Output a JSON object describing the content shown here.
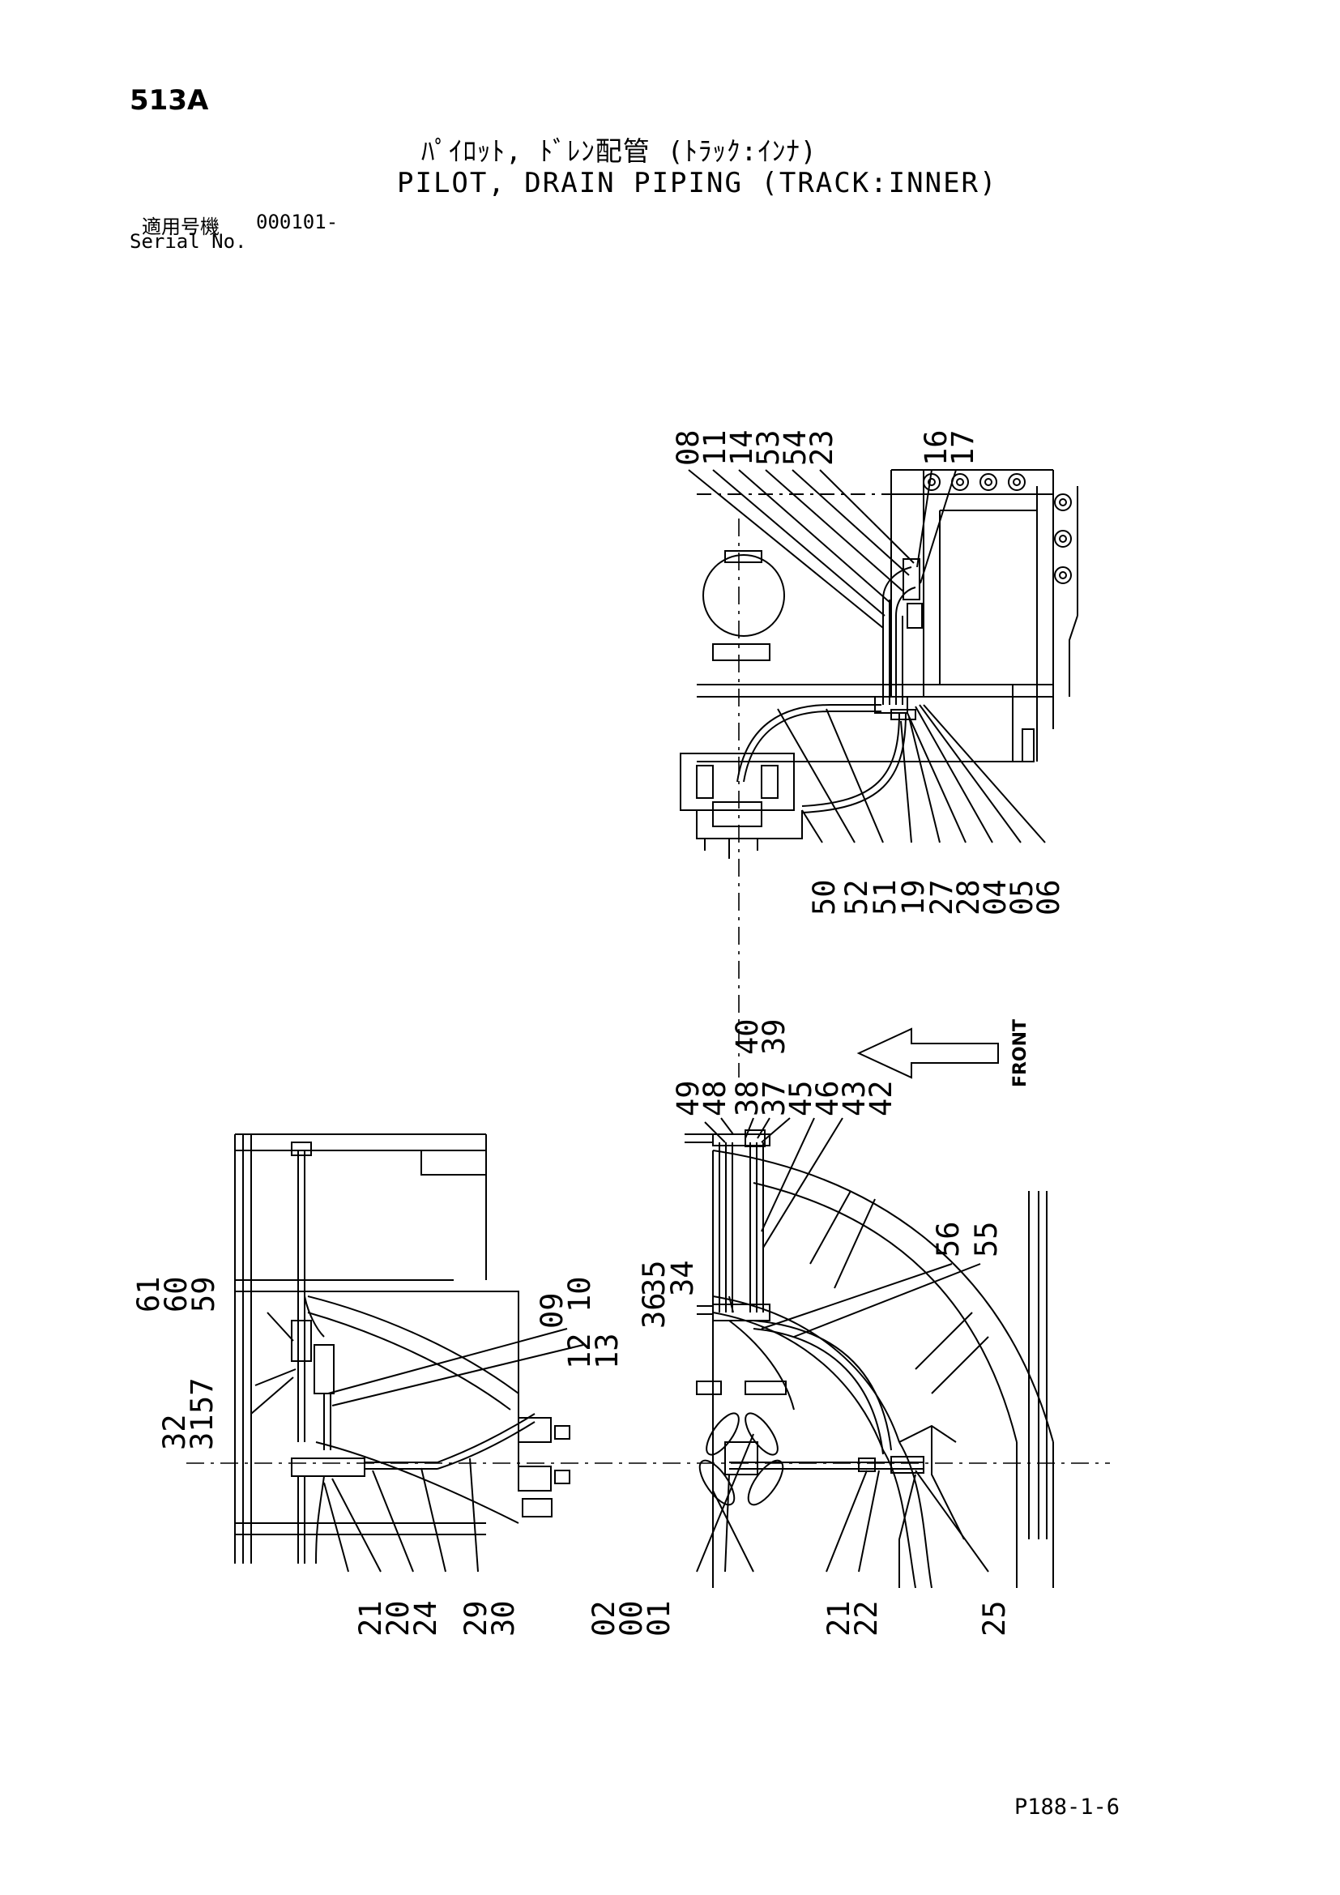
{
  "header": {
    "page_code": "513A",
    "title_jp": "ﾊﾟｲﾛｯﾄ, ﾄﾞﾚﾝ配管 (ﾄﾗｯｸ:ｲﾝﾅ)",
    "title_en": "PILOT, DRAIN PIPING (TRACK:INNER)",
    "serial_label_jp": "適用号機",
    "serial_value": "000101-",
    "serial_label_en": "Serial No."
  },
  "drawing": {
    "front_label": "FRONT",
    "callouts": {
      "top_view_top": [
        "08",
        "11",
        "14",
        "53",
        "54",
        "23",
        "16",
        "17"
      ],
      "top_view_bottom": [
        "50",
        "52",
        "51",
        "19",
        "27",
        "28",
        "04",
        "05",
        "06"
      ],
      "wheel_top": [
        "49",
        "48",
        "38",
        "40",
        "37",
        "39",
        "45",
        "46",
        "43",
        "42"
      ],
      "wheel_mid": [
        "35",
        "36",
        "34",
        "56",
        "55"
      ],
      "wheel_bottom": [
        "02",
        "00",
        "01",
        "21",
        "22",
        "25"
      ],
      "left_view_top": [
        "61",
        "60",
        "59",
        "09",
        "12",
        "10",
        "13",
        "32",
        "57",
        "31"
      ],
      "left_view_bottom": [
        "21",
        "20",
        "24",
        "29",
        "30"
      ]
    }
  },
  "footer": {
    "page_ref": "P188-1-6"
  }
}
